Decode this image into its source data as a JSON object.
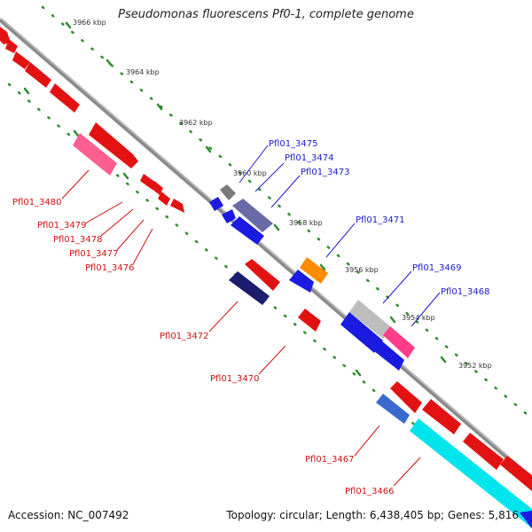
{
  "title": "Pseudomonas fluorescens Pf0-1, complete genome",
  "footer": {
    "accession_label": "Accession:",
    "accession": "NC_007492",
    "topology_label": "Topology:",
    "topology": "circular",
    "length_label": "Length:",
    "length": "6,438,405 bp",
    "genes_label": "Genes:",
    "genes": "5,816"
  },
  "scale_ticks": [
    "3966 kbp",
    "3964 kbp",
    "3962 kbp",
    "3960 kbp",
    "3958 kbp",
    "3956 kbp",
    "3954 kbp",
    "3952 kbp"
  ],
  "genes": {
    "plus_strand": [
      "Pfl01_3475",
      "Pfl01_3474",
      "Pfl01_3473",
      "Pfl01_3471",
      "Pfl01_3469",
      "Pfl01_3468"
    ],
    "minus_strand": [
      "Pfl01_3480",
      "Pfl01_3479",
      "Pfl01_3478",
      "Pfl01_3477",
      "Pfl01_3476",
      "Pfl01_3472",
      "Pfl01_3470",
      "Pfl01_3467",
      "Pfl01_3466"
    ]
  },
  "colors": {
    "plus_label": "#1a1acc",
    "minus_label": "#cc1111",
    "backbone": "#8a8a8a",
    "tick_dots": "#2e8b2e"
  }
}
